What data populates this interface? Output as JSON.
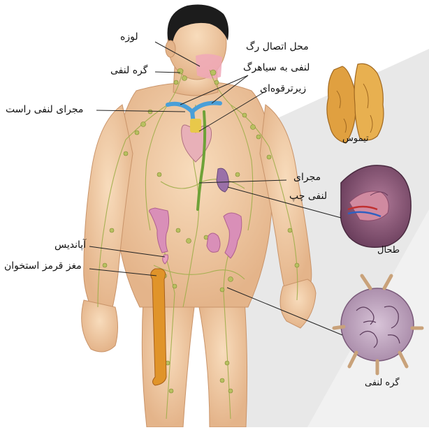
{
  "labels": {
    "tonsil": "لوزه",
    "lymph_node_top": "گره لنفی",
    "junction_line1": "محل اتصال رگ",
    "junction_line2": "لنفی به سیاهرگ",
    "subclavian": "زیرترقوه‌ای",
    "right_duct": "مجرای لنفی راست",
    "thymus": "تیموس",
    "left_duct_line1": "مجرای",
    "left_duct_line2": "لنفی چپ",
    "spleen": "طحال",
    "appendix": "آپاندیس",
    "bone_marrow": "مغز قرمز استخوان",
    "lymph_node_detail": "گره لنفی"
  },
  "colors": {
    "skin": "#f2cfa8",
    "skin_shade": "#e0b184",
    "hair": "#1c1c1c",
    "lymph_vessel": "#9fae4a",
    "lymph_node": "#b8c060",
    "thoracic_duct": "#6ea238",
    "vein_blue": "#4a9fd8",
    "heart": "#e8b0b8",
    "intestine": "#d98fb8",
    "bone": "#e0942a",
    "thymus": "#e0a040",
    "spleen": "#8a5a7a",
    "backdrop_gray": "#e4e4e4"
  }
}
